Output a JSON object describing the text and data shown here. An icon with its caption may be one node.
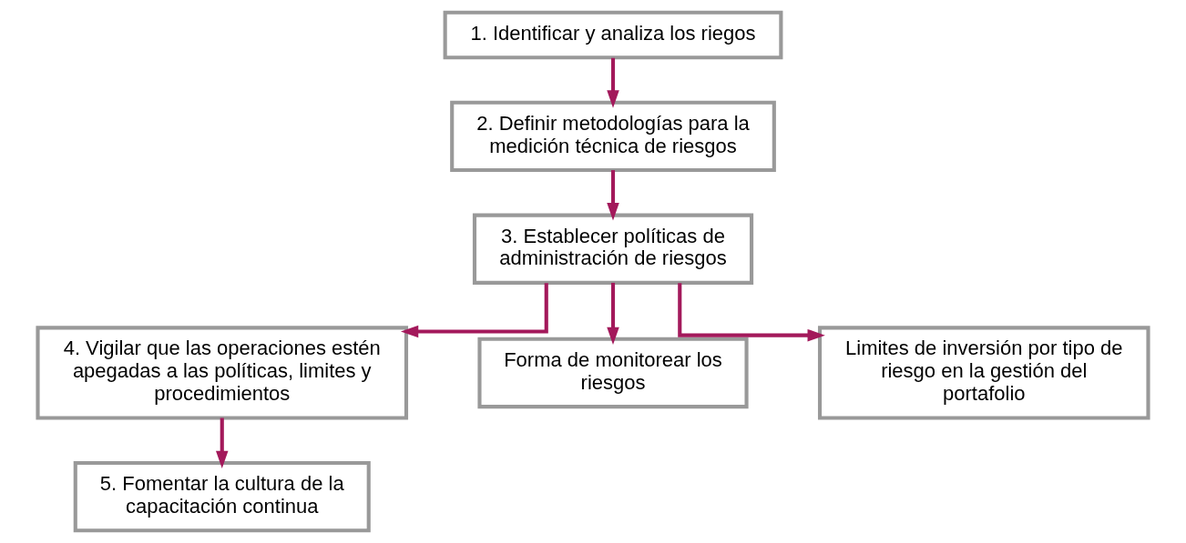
{
  "diagram": {
    "nodes": [
      {
        "text": [
          "1. Identificar y analiza los riegos"
        ]
      },
      {
        "text": [
          "2. Definir metodologías para la medición técnica de riesgos"
        ]
      },
      {
        "text": [
          "3. Establecer políticas de administración de riesgos"
        ]
      },
      {
        "text": [
          "4. Vigilar que las operaciones estén apegadas a las políticas, limites y procedimientos"
        ]
      },
      {
        "text": [
          "5. Fomentar la cultura de la capacitación continua"
        ]
      },
      {
        "text": [
          "Forma de monitorear los riesgos"
        ]
      },
      {
        "text": [
          "Limites de inversión por tipo de riesgo en la gestión del portafolio"
        ]
      }
    ],
    "edges": [
      {
        "from": 0,
        "to": 1,
        "arrow": "to",
        "color": "#a3195b"
      },
      {
        "from": 1,
        "to": 2,
        "arrow": "to",
        "color": "#a3195b"
      },
      {
        "from": 2,
        "to": 3,
        "arrow": "to",
        "color": "#a3195b"
      },
      {
        "from": 3,
        "to": 4,
        "arrow": "to",
        "color": "#a3195b"
      },
      {
        "from": 2,
        "to": 5,
        "arrow": "to",
        "color": "#a3195b"
      },
      {
        "from": 2,
        "to": 6,
        "arrow": "to",
        "color": "#a3195b"
      }
    ]
  }
}
